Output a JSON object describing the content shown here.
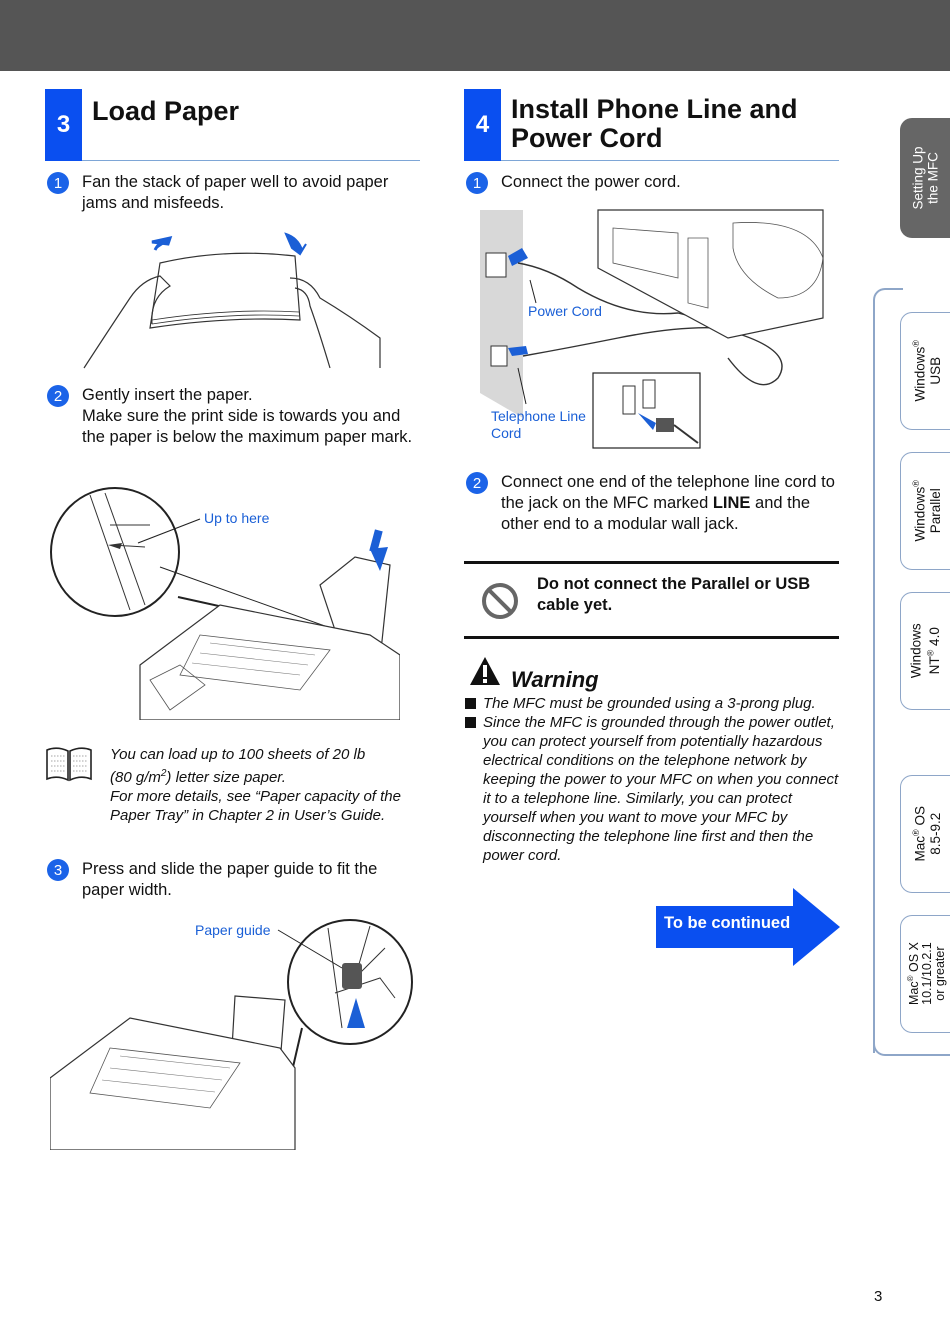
{
  "section3": {
    "number": "3",
    "title": "Load Paper",
    "steps": [
      {
        "num": "1",
        "text": "Fan the stack of paper well to avoid paper jams and misfeeds."
      },
      {
        "num": "2",
        "line1": "Gently insert the paper.",
        "line2": "Make sure the print side is towards you and the paper is below the maximum paper mark."
      },
      {
        "num": "3",
        "text": "Press and slide the paper guide to fit the paper width."
      }
    ],
    "callout_up_to_here": "Up to here",
    "callout_paper_guide": "Paper guide",
    "note": {
      "line1_pre": "You can load up to 100 sheets of 20 lb",
      "line2_pre": "(80 g/m",
      "superscript": "2",
      "line2_post": ") letter size paper.",
      "line3": "For more details, see “Paper capacity of the Paper Tray” in Chapter 2 in User’s Guide."
    }
  },
  "section4": {
    "number": "4",
    "title_line1": "Install Phone Line and",
    "title_line2": "Power Cord",
    "steps": [
      {
        "num": "1",
        "text": "Connect the power cord."
      },
      {
        "num": "2",
        "pre": "Connect one end of the telephone line cord to the jack on the MFC marked ",
        "bold": "LINE",
        "post": " and the other end to a modular wall jack."
      }
    ],
    "callout_power_cord": "Power Cord",
    "callout_tel_line1": "Telephone Line",
    "callout_tel_line2": "Cord",
    "caution": "Do not connect the Parallel or USB cable yet.",
    "warning_title": "Warning",
    "warnings": [
      "The MFC must be grounded using a 3-prong plug.",
      "Since the MFC is grounded through the power outlet, you can protect yourself from potentially hazardous electrical conditions on the telephone network by keeping the power to your MFC on when you connect it to a telephone line. Similarly, you can protect yourself when you want to move your MFC by disconnecting the telephone line first and then the power cord."
    ],
    "continued": "To be continued"
  },
  "tabs": {
    "setup_line1": "Setting Up",
    "setup_line2": "the MFC",
    "win_usb_line1": "Windows",
    "win_usb_line2": "USB",
    "win_par_line1": "Windows",
    "win_par_line2": "Parallel",
    "nt_line1": "Windows",
    "nt_line2a": "NT",
    "nt_line2b": " 4.0",
    "mac_line1a": "Mac",
    "mac_line1b": " OS",
    "mac_line2": "8.5-9.2",
    "macx_line1a": "Mac",
    "macx_line1b": " OS X",
    "macx_line2": "10.1/10.2.1",
    "macx_line3": "or greater",
    "reg": "®"
  },
  "page_number": "3",
  "colors": {
    "accent": "#0a4ff0",
    "step_circle": "#1b63e8",
    "callout": "#1a5fd6",
    "topbar": "#555555"
  }
}
